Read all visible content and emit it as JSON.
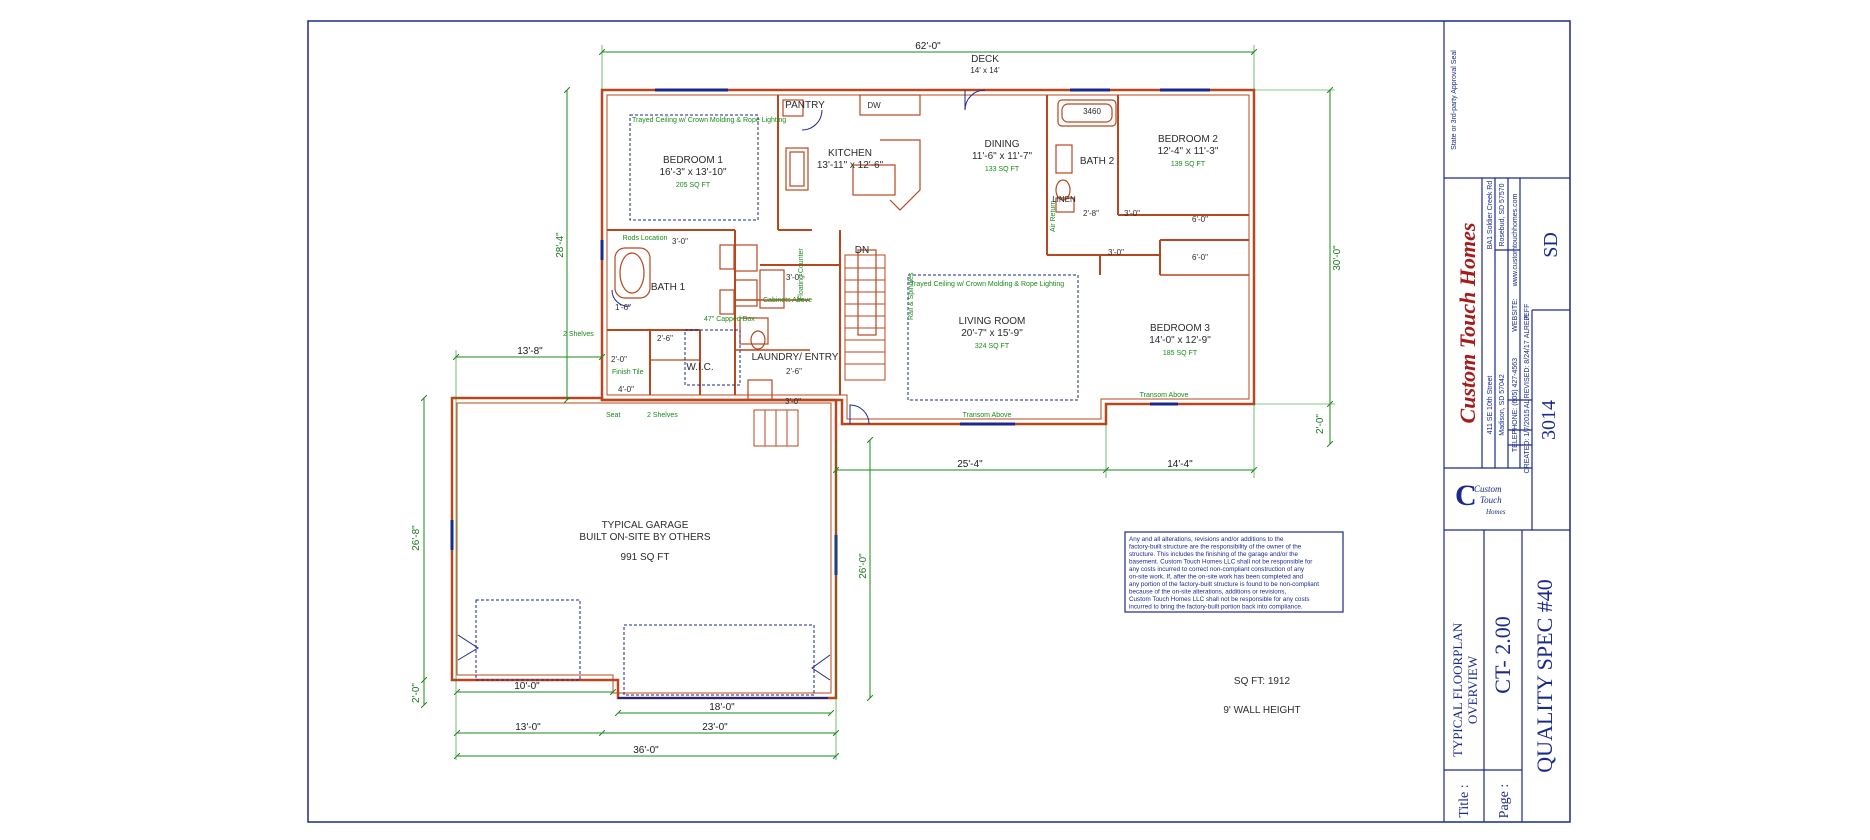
{
  "rooms": {
    "deck": {
      "name": "DECK",
      "size": "14' x 14'"
    },
    "bedroom1": {
      "name": "BEDROOM 1",
      "size": "16'-3\" x 13'-10\"",
      "area": "205 SQ FT",
      "note": "Trayed Ceiling w/ Crown Molding & Rope Lighting"
    },
    "pantry": {
      "name": "PANTRY"
    },
    "kitchen": {
      "name": "KITCHEN",
      "size": "13'-11\" x 12'-6\""
    },
    "dining": {
      "name": "DINING",
      "size": "11'-6\" x 11'-7\"",
      "area": "133 SQ FT"
    },
    "bath2": {
      "name": "BATH 2"
    },
    "bedroom2": {
      "name": "BEDROOM 2",
      "size": "12'-4\" x 11'-3\"",
      "area": "139 SQ FT"
    },
    "bath1": {
      "name": "BATH 1"
    },
    "wic": {
      "name": "W.I.C."
    },
    "living": {
      "name": "LIVING ROOM",
      "size": "20'-7\" x 15'-9\"",
      "area": "324 SQ FT",
      "note": "Trayed Ceiling w/ Crown Molding & Rope Lighting"
    },
    "bedroom3": {
      "name": "BEDROOM 3",
      "size": "14'-0\" x 12'-9\"",
      "area": "185 SQ FT"
    },
    "laundry": {
      "name": "LAUNDRY/ ENTRY"
    },
    "garage": {
      "name1": "TYPICAL GARAGE",
      "name2": "BUILT ON-SITE BY OTHERS",
      "area": "991 SQ FT"
    }
  },
  "labels": {
    "dw": "DW",
    "dn": "DN",
    "tub": "3460",
    "linen": "LINEN",
    "transom_living": "Transom Above",
    "transom_bed3": "Transom Above",
    "cabinets": "Cabinets Above",
    "shelves1": "2 Shelves",
    "shelves2": "2 Shelves",
    "seat": "Seat",
    "finish_tile": "Finish Tile",
    "floating": "Floating Counter",
    "rail": "Rail & Spindles",
    "laundry_note": "47\" Capped Box",
    "air": "Air Return",
    "garden": "Rods Location"
  },
  "dims": {
    "top": "62'-0\"",
    "left_upper": "28'-4\"",
    "right": "30'-0\"",
    "right_small": "2'-0\"",
    "d13_8": "13'-8\"",
    "d25_4": "25'-4\"",
    "d14_4": "14'-4\"",
    "garage_left": "26'-8\"",
    "garage_right": "26'-0\"",
    "garage_small": "2'-0\"",
    "g10": "10'-0\"",
    "g18": "18'-0\"",
    "g13": "13'-0\"",
    "g23": "23'-0\"",
    "g36": "36'-0\"",
    "d3a": "3'-0\"",
    "d3b": "3'-0\"",
    "d3c": "3'-0\"",
    "d3d": "3'-0\"",
    "d3e": "3'-0\"",
    "d2_8": "2'-8\"",
    "d2_6": "2'-6\"",
    "d2_6b": "2'-6\"",
    "d6a": "6'-0\"",
    "d6b": "6'-0\"",
    "d4_0": "4'-0\"",
    "d1_6": "1'-6\"",
    "d2_0b": "2'-0\""
  },
  "summary": {
    "sqft": "SQ FT: 1912",
    "wall": "9' WALL HEIGHT"
  },
  "note_lines": [
    "Any and all alterations, revisions and/or additions to the",
    "factory-built structure are the responsibility of the owner of the",
    "structure. This includes the finishing of the garage and/or the",
    "basement. Custom Touch Homes LLC shall not be responsible for",
    "any costs incurred to correct non-compliant construction of any",
    "on-site work. If, after the on-site work has been completed and",
    "any portion of the factory-built structure is found to be non-compliant",
    "because of the on-site alterations, additions or revisions,",
    "Custom Touch Homes LLC shall not be responsible for any costs",
    "incurred to bring the factory-built portion back into compliance."
  ],
  "title_block": {
    "vertical_note": "State or 3rd-party Approval Seal",
    "company": "Custom Touch Homes",
    "addr1": "411 SE 10th Street",
    "addr2": "Madison, SD 57042",
    "addr3": "BA1 Soldier Creek Rd",
    "addr4": "Rosebud, SD 57570",
    "phone": "TELEPHONE: (605) 427-4563",
    "website_label": "WEBSITE:",
    "website": "www.customtouchhomes.com",
    "created_label": "CREATED:",
    "created": "1/7/2015",
    "created_by": "AL",
    "revised_label": "REVISED:",
    "revised": "8/24/17",
    "revised_by": "AL",
    "rep_label": "REP:",
    "rep": "JEFF",
    "logo1": "Custom",
    "logo2": "Touch",
    "logo3": "Homes",
    "title_label": "Title :",
    "title1": "TYPICAL FLOORPLAN",
    "title2": "OVERVIEW",
    "page_label": "Page :",
    "page": "CT- 2.00",
    "model": "3014",
    "state": "SD",
    "spec": "QUALITY SPEC #40"
  },
  "colors": {
    "wall": "#b8471f",
    "dim": "#1a8a1a",
    "ink": "#1b2a8a",
    "brand": "#a41c1c"
  }
}
